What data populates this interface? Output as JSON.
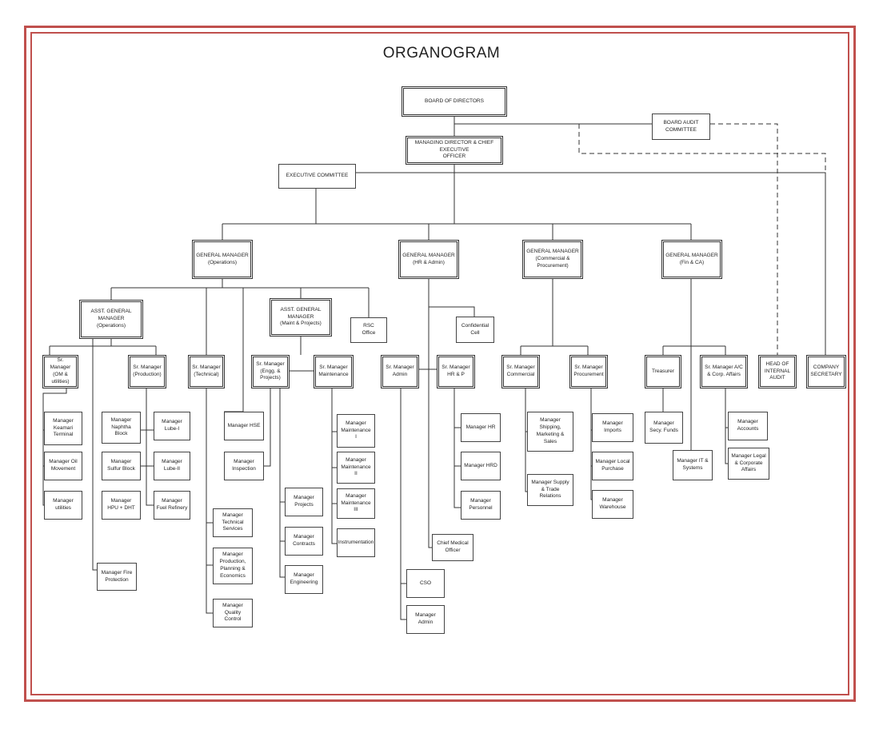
{
  "title": "ORGANOGRAM",
  "nodes": {
    "bod": "BOARD OF DIRECTORS",
    "bac": "BOARD AUDIT\nCOMMITTEE",
    "md": "MANAGING DIRECTOR & CHIEF\nEXECUTIVE\nOFFICER",
    "exec": "EXECUTIVE COMMITTEE",
    "gm_ops": "GENERAL MANAGER\n(Operations)",
    "gm_hr": "GENERAL MANAGER\n(HR & Admin)",
    "gm_com": "GENERAL MANAGER\n(Commercial &\nProcurement)",
    "gm_fin": "GENERAL MANAGER\n(Fin & CA)",
    "agm_ops": "ASST. GENERAL\nMANAGER\n(Operations)",
    "agm_maint": "ASST. GENERAL\nMANAGER\n(Maint & Projects)",
    "rsc": "RSC\nOffice",
    "conf": "Confidential\nCell",
    "sm_om": "Sr. Manager\n(OM &\nutilities)",
    "sm_prod": "Sr. Manager\n(Production)",
    "sm_tech": "Sr. Manager\n(Technical)",
    "sm_engg": "Sr. Manager\n(Engg. &\nProjects)",
    "sm_maint": "Sr. Manager\nMaintenance",
    "sm_admin": "Sr. Manager\nAdmin",
    "sm_hrp": "Sr. Manager\nHR & P",
    "sm_comm": "Sr. Manager\nCommercial",
    "sm_proc": "Sr. Manager\nProcurement",
    "treas": "Treasurer",
    "sm_ac": "Sr. Manager A/C\n& Corp. Affairs",
    "hia": "HEAD OF\nINTERNAL\nAUDIT",
    "cs": "COMPANY\nSECRETARY",
    "m_keamari": "Manager\nKeamari\nTerminal",
    "m_oil": "Manager Oil\nMovement",
    "m_util": "Manager\nutilities",
    "m_naphtha": "Manager\nNaphtha\nBlock",
    "m_sulfur": "Manager\nSulfur Block",
    "m_hpu": "Manager\nHPU + DHT",
    "m_lube1": "Manager\nLube-I",
    "m_lube2": "Manager\nLube-II",
    "m_fuel": "Manager\nFuel Refinery",
    "m_fire": "Manager Fire\nProtection",
    "m_techsvc": "Manager\nTechnical\nServices",
    "m_ppe": "Manager\nProduction,\nPlanning &\nEconomics",
    "m_qc": "Manager\nQuality\nControl",
    "m_hse": "Manager HSE",
    "m_insp": "Manager\nInspection",
    "m_projects": "Manager\nProjects",
    "m_contracts": "Manager\nContracts",
    "m_engg": "Manager\nEngineering",
    "m_maint1": "Manager\nMaintenance\nI",
    "m_maint2": "Manager\nMaintenance\nII",
    "m_maint3": "Manager\nMaintenance\nIII",
    "m_instr": "Instrumentation",
    "m_cso": "CSO",
    "m_admin": "Manager\nAdmin",
    "m_cmo": "Chief Medical\nOfficer",
    "m_hr": "Manager HR",
    "m_hrd": "Manager HRD",
    "m_personnel": "Manager\nPersonnel",
    "m_shipping": "Manager\nShipping,\nMarketing &\nSales",
    "m_supply": "Manager Supply\n& Trade\nRelations",
    "m_imports": "Manager\nImports",
    "m_local": "Manager Local\nPurchase",
    "m_warehouse": "Manager\nWarehouse",
    "m_secy": "Manager\nSecy. Funds",
    "m_it": "Manager IT &\nSystems",
    "m_accounts": "Manager\nAccounts",
    "m_legal": "Manager Legal\n& Corporate\nAffairs"
  }
}
